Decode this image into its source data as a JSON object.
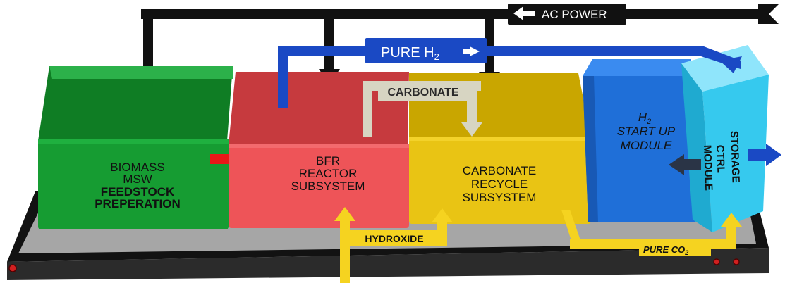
{
  "modules": {
    "feedstock": {
      "line1": "BIOMASS",
      "line2": "MSW",
      "line3": "FEEDSTOCK",
      "line4": "PREPERATION",
      "color": "#169c32"
    },
    "bfr": {
      "line1": "BFR",
      "line2": "REACTOR",
      "line3": "SUBSYSTEM",
      "color": "#ee5458"
    },
    "carbonate_recycle": {
      "line1": "CARBONATE",
      "line2": "RECYCLE",
      "line3": "SUBSYSTEM",
      "color": "#e9c414"
    },
    "h2_startup": {
      "line1": "H",
      "line1_sub": "2",
      "line2": "START UP",
      "line3": "MODULE",
      "color": "#1f6fd8"
    },
    "storage_ctrl": {
      "line1": "STORAGE",
      "line2": "CTRL",
      "line3": "MODULE",
      "color": "#36c9ee"
    }
  },
  "flows": {
    "ac_power": {
      "label": "AC POWER",
      "color": "#111111"
    },
    "pure_h2": {
      "label": "PURE H",
      "sub": "2",
      "color": "#1a49c4"
    },
    "carbonate": {
      "label": "CARBONATE",
      "color": "#d7d5c2"
    },
    "hydroxide": {
      "label": "HYDROXIDE",
      "color": "#f5d320"
    },
    "pure_co2": {
      "label": "PURE CO",
      "sub": "2",
      "color": "#f5d320"
    }
  },
  "colors": {
    "platform": "#1a1a1a",
    "platform_top": "#a3a3a3",
    "feed_arrow": "#e81818",
    "return_arrow": "#2a3446"
  }
}
